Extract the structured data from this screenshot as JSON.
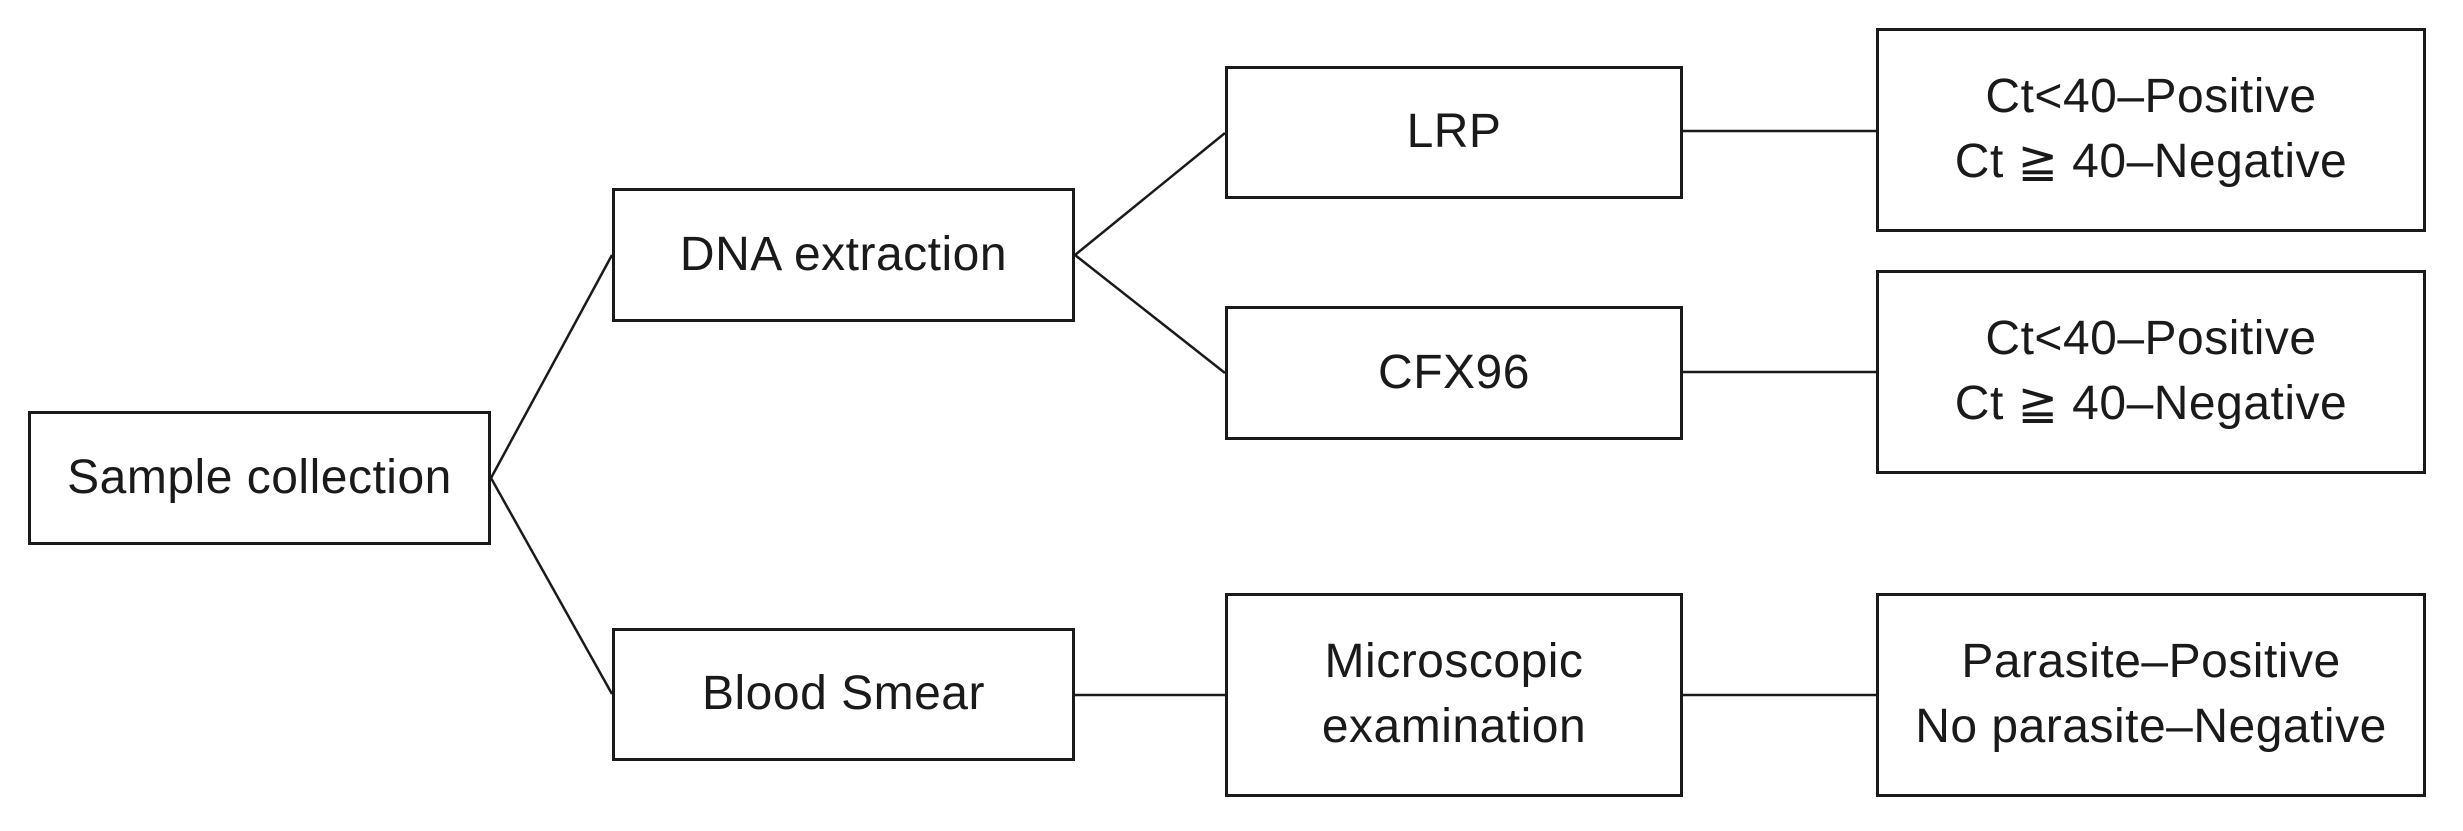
{
  "diagram": {
    "kind": "flowchart",
    "nodes": {
      "sample_collection": {
        "label": "Sample collection"
      },
      "dna_extraction": {
        "label": "DNA extraction"
      },
      "blood_smear": {
        "label": "Blood Smear"
      },
      "lrp": {
        "label": "LRP"
      },
      "cfx96": {
        "label": "CFX96"
      },
      "microscopic_examination": {
        "line1": "Microscopic",
        "line2": "examination"
      },
      "lrp_result": {
        "line1": "Ct<40–Positive",
        "line2": "Ct ≧ 40–Negative"
      },
      "cfx96_result": {
        "line1": "Ct<40–Positive",
        "line2": "Ct ≧ 40–Negative"
      },
      "blood_smear_result": {
        "line1": "Parasite–Positive",
        "line2": "No parasite–Negative"
      }
    },
    "colors": {
      "line": "#1a1a1a",
      "text": "#1a1a1a",
      "background": "#ffffff"
    }
  }
}
